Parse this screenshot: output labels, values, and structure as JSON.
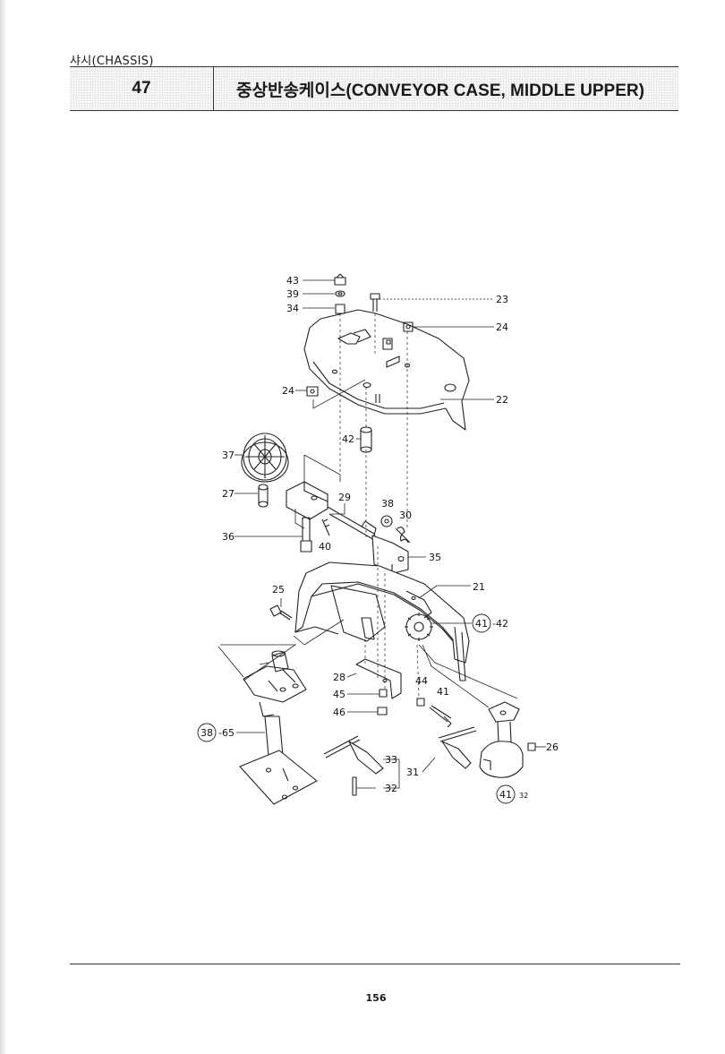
{
  "header": {
    "section": "샤시(CHASSIS)",
    "number": "47",
    "title": "중상반송케이스(CONVEYOR CASE, MIDDLE UPPER)"
  },
  "parts": {
    "p43": "43",
    "p39": "39",
    "p34": "34",
    "p23": "23",
    "p24a": "24",
    "p24b": "24",
    "p22": "22",
    "p42a": "42",
    "p37": "37",
    "p27": "27",
    "p29": "29",
    "p38a": "38",
    "p30": "30",
    "p36": "36",
    "p40": "40",
    "p35": "35",
    "p21": "21",
    "p25": "25",
    "p41a": "41",
    "p42b": "-42",
    "p28": "28",
    "p44": "44",
    "p41b": "41",
    "p45": "45",
    "p46": "46",
    "p38b": "38",
    "p65": "-65",
    "p26": "26",
    "p33": "33",
    "p31": "31",
    "p32a": "32",
    "p41c": "41",
    "p32b": "32"
  },
  "footer": {
    "page_number": "156"
  }
}
